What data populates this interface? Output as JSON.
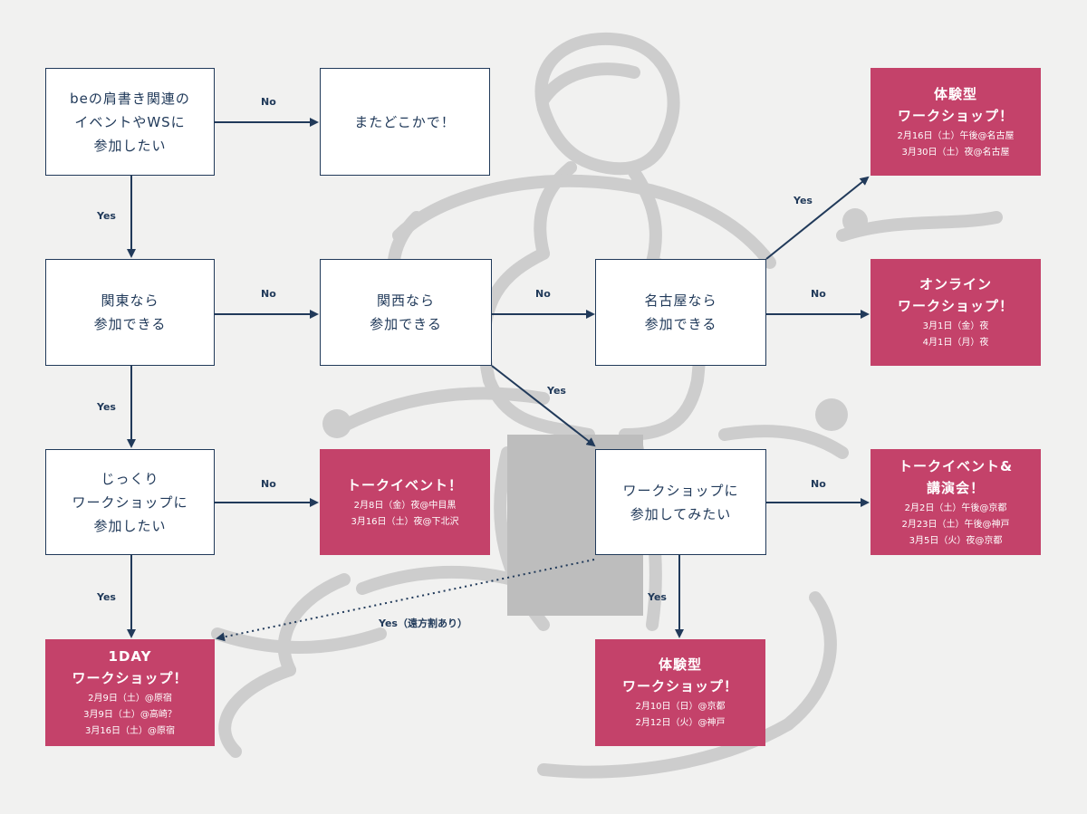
{
  "questions": {
    "q1": [
      "beの肩書き関連の",
      "イベントやWSに",
      "参加したい"
    ],
    "q2": [
      "関東なら",
      "参加できる"
    ],
    "q3": [
      "じっくり",
      "ワークショップに",
      "参加したい"
    ],
    "q4": [
      "関西なら",
      "参加できる"
    ],
    "q5": [
      "名古屋なら",
      "参加できる"
    ],
    "q6": [
      "ワークショップに",
      "参加してみたい"
    ]
  },
  "end_box": "またどこかで！",
  "results": {
    "r_oneday": {
      "title": [
        "1DAY",
        "ワークショップ！"
      ],
      "dates": [
        "2月9日（土）@原宿",
        "3月9日（土）@高崎？",
        "3月16日（土）@原宿"
      ]
    },
    "r_talk": {
      "title": [
        "トークイベント！"
      ],
      "dates": [
        "2月8日（金）夜@中目黒",
        "3月16日（土）夜@下北沢"
      ]
    },
    "r_kansai_ws": {
      "title": [
        "体験型",
        "ワークショップ！"
      ],
      "dates": [
        "2月10日（日）@京都",
        "2月12日（火）@神戸"
      ]
    },
    "r_nagoya_ws": {
      "title": [
        "体験型",
        "ワークショップ！"
      ],
      "dates": [
        "2月16日（土）午後@名古屋",
        "3月30日（土）夜@名古屋"
      ]
    },
    "r_online": {
      "title": [
        "オンライン",
        "ワークショップ！"
      ],
      "dates": [
        "3月1日（金）夜",
        "4月1日（月）夜"
      ]
    },
    "r_talk_lecture": {
      "title": [
        "トークイベント&",
        "講演会！"
      ],
      "dates": [
        "2月2日（土）午後@京都",
        "2月23日（土）午後@神戸",
        "3月5日（火）夜@京都"
      ]
    }
  },
  "edge_labels": {
    "yes": "Yes",
    "no": "No",
    "yes_far": "Yes（遠方割あり）"
  },
  "colors": {
    "navy": "#213a5a",
    "result_fill": "#c4426a",
    "background": "#f1f1f0",
    "illustration": "#c9c9c9"
  }
}
